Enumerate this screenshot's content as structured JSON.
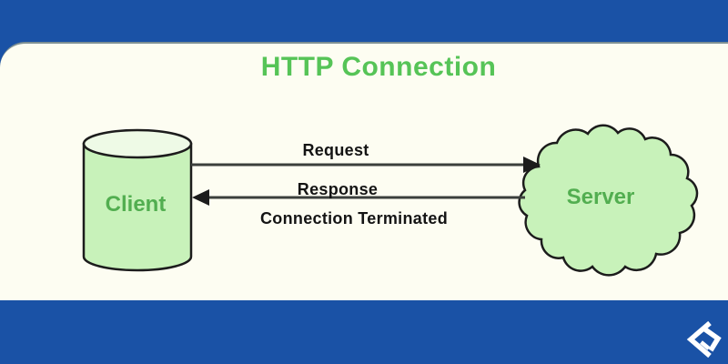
{
  "window": {
    "background_color": "#1a52a6",
    "panel_color": "#fdfdf2",
    "panel_border_color": "#7e9093"
  },
  "title": {
    "text": "HTTP Connection",
    "color": "#56c457"
  },
  "diagram": {
    "nodes": [
      {
        "id": "client",
        "label": "Client",
        "shape": "cylinder"
      },
      {
        "id": "server",
        "label": "Server",
        "shape": "cloud"
      }
    ],
    "edges": [
      {
        "label": "Request",
        "from": "client",
        "to": "server",
        "style": "solid-arrow-right"
      },
      {
        "label": "Response",
        "from": "server",
        "to": "client",
        "style": "solid-arrow-left"
      },
      {
        "label": "Connection Terminated",
        "from": "client",
        "to": "server",
        "style": "dashed-no-arrow"
      }
    ],
    "colors": {
      "node_fill": "#c8f2ba",
      "cylinder_top_fill": "#eefae6",
      "node_label": "#52ae50",
      "outline": "#1c1c1c",
      "arrow": "#3b3f3c",
      "dashed_fade": "#8d978d"
    }
  },
  "footer": {
    "brand_icon": "flare-logo-icon",
    "icon_color": "#ffffff"
  }
}
